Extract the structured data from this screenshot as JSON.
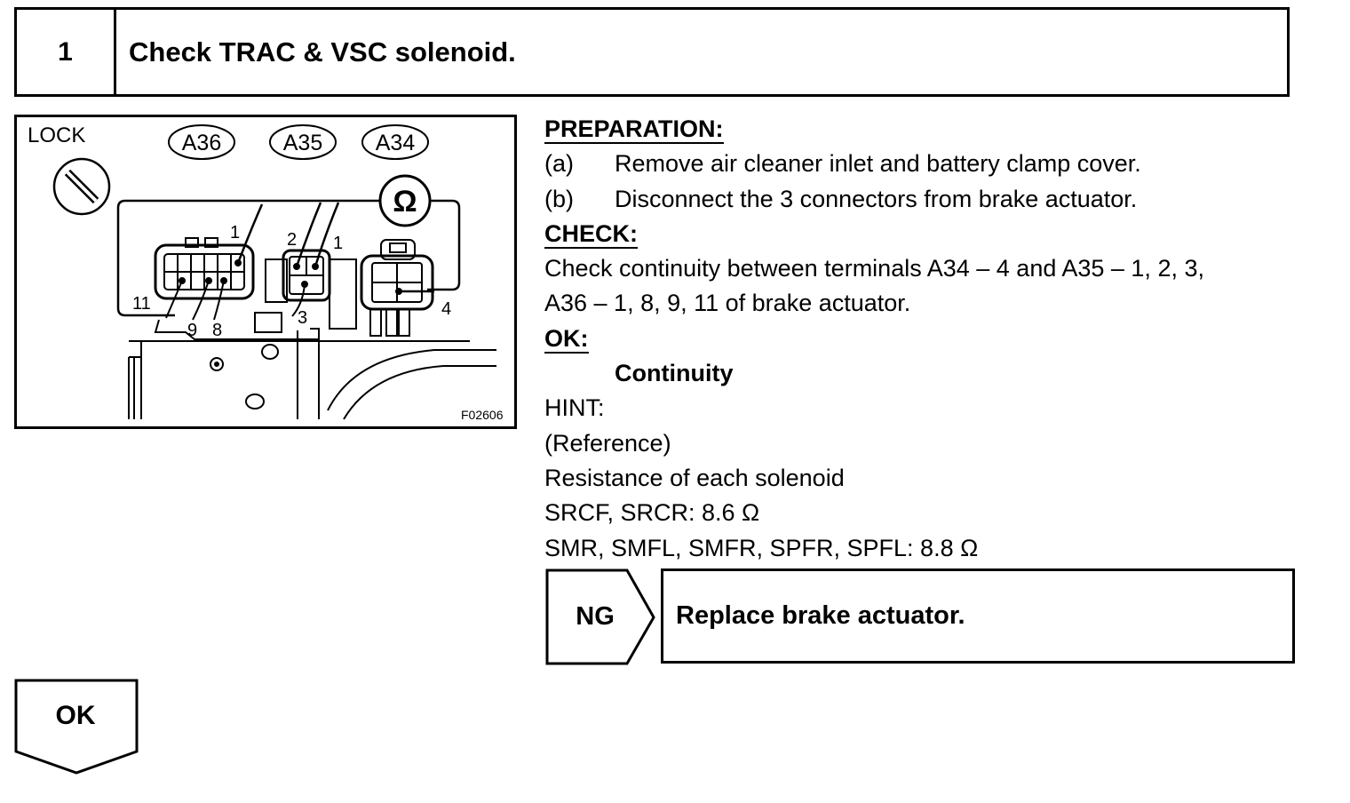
{
  "header": {
    "step_number": "1",
    "title": "Check TRAC & VSC solenoid."
  },
  "figure": {
    "lock_label": "LOCK",
    "connectors": [
      "A36",
      "A35",
      "A34"
    ],
    "ohm_symbol": "Ω",
    "pins": {
      "a36_1": "1",
      "a35_2": "2",
      "a35_1": "1",
      "a36_11": "11",
      "a35_3": "3",
      "a34_4": "4",
      "a36_9": "9",
      "a36_8": "8"
    },
    "figure_code": "F02606"
  },
  "instructions": {
    "preparation_heading": "PREPARATION:",
    "prep_steps": [
      {
        "tag": "(a)",
        "text": "Remove air cleaner inlet and battery clamp cover."
      },
      {
        "tag": "(b)",
        "text": "Disconnect the 3 connectors from brake actuator."
      }
    ],
    "check_heading": "CHECK:",
    "check_lines": [
      "Check continuity between terminals A34 – 4 and A35 – 1, 2, 3,",
      "A36 – 1, 8, 9, 11 of brake actuator."
    ],
    "ok_heading": "OK:",
    "ok_value": "Continuity",
    "hint_label": "HINT:",
    "hint_lines": [
      "(Reference)",
      "Resistance of each solenoid",
      "SRCF, SRCR: 8.6 Ω",
      "SMR, SMFL, SMFR, SPFR, SPFL: 8.8 Ω"
    ]
  },
  "result_ng": {
    "label": "NG",
    "action": "Replace brake actuator."
  },
  "result_ok": {
    "label": "OK"
  }
}
